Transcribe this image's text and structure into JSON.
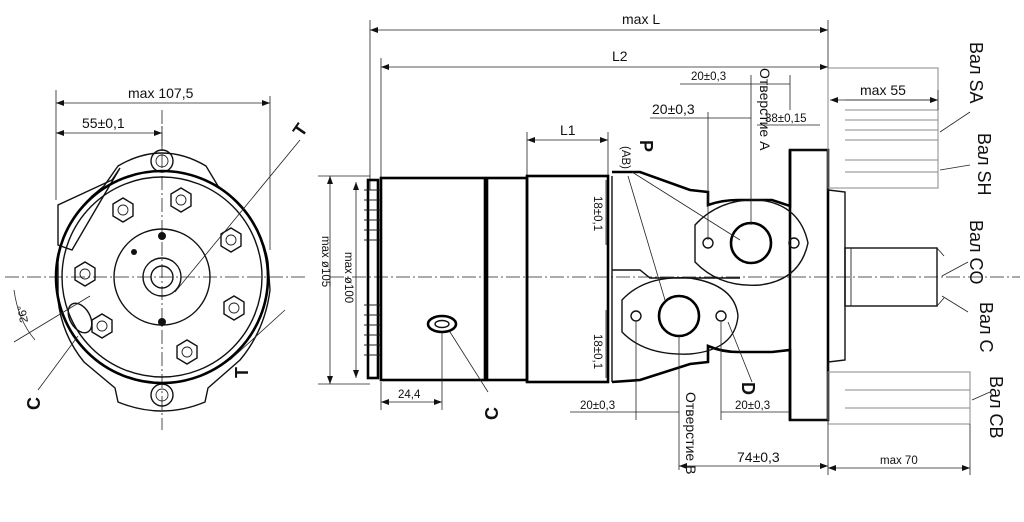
{
  "dimensions": {
    "max_L": "max L",
    "L2": "L2",
    "L1": "L1",
    "max_107_5": "max 107,5",
    "d55": "55±0,1",
    "max_55": "max 55",
    "d20_top1": "20±0,3",
    "d20_top2": "20±0,3",
    "d38": "38±0,15",
    "d18_top": "18±0,1",
    "d18_bottom": "18±0,1",
    "max_d105": "max ø105",
    "max_d100": "max ø100",
    "d24_4": "24,4",
    "d20_bot1": "20±0,3",
    "d20_bot2": "20±0,3",
    "d74": "74±0,3",
    "max_70": "max 70",
    "angle26": "26°"
  },
  "labels": {
    "port_A": "Отверстие A",
    "port_B": "Отверстие B",
    "P": "P",
    "AB": "(AB)",
    "T_top": "T",
    "T_bottom": "T",
    "C_left": "C",
    "C_mid": "C",
    "shaft_SA": "Вал SA",
    "shaft_SH": "Вал SH",
    "shaft_CO": "Вал CO",
    "shaft_C": "Вал C",
    "shaft_CB": "Вал CB"
  }
}
